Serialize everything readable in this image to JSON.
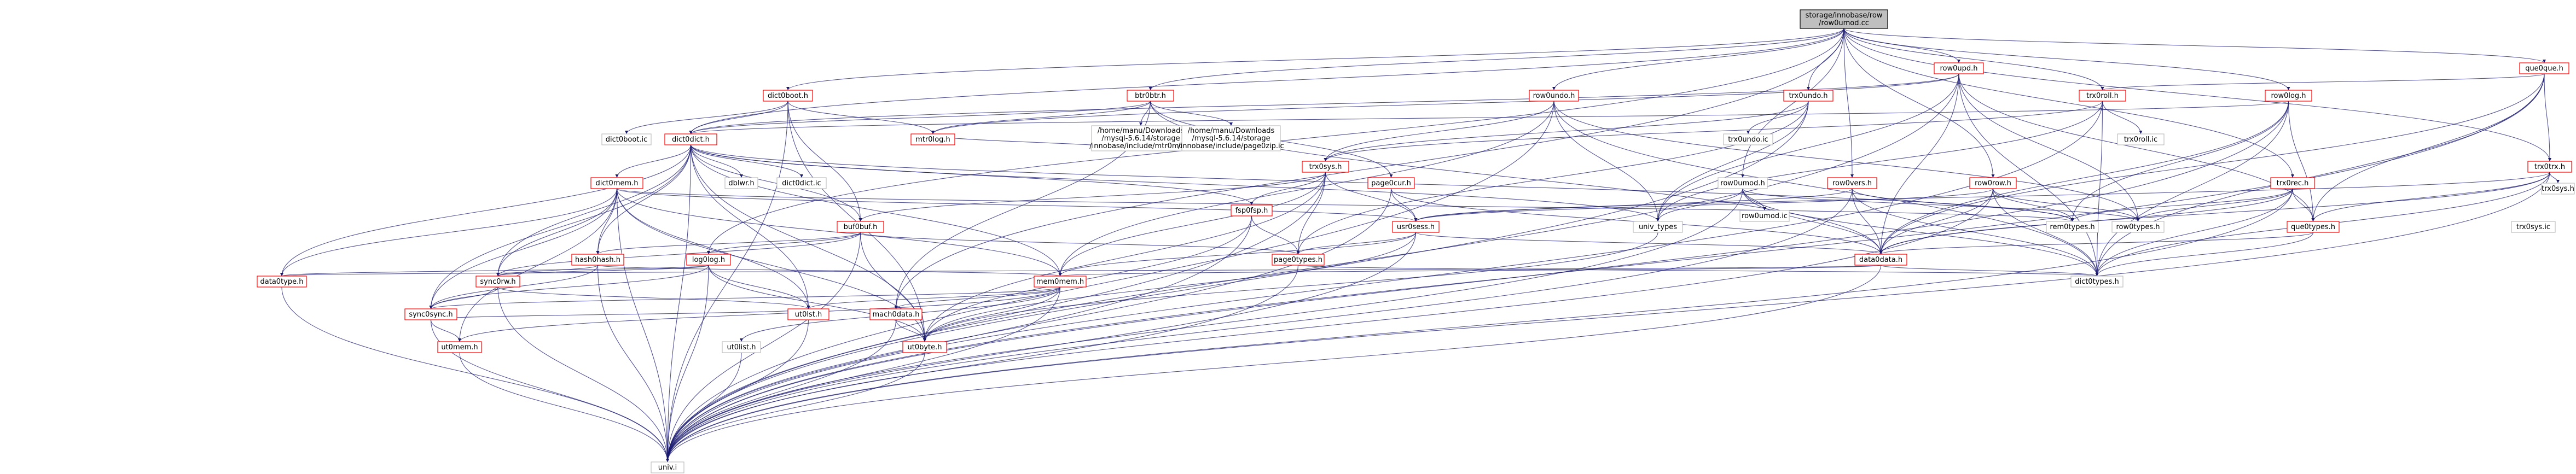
{
  "graph": {
    "root": "storage/innobase/row/row0umod.cc",
    "colors": {
      "edge": "#191970",
      "node_border": "#bfbfbf",
      "red_node_border": "#ff0000",
      "root_fill": "#bfbfbf"
    },
    "nodes": [
      {
        "id": "root",
        "label_lines": [
          "storage/innobase/row",
          "/row0umod.cc"
        ],
        "style": "root"
      },
      {
        "id": "row0upd_h",
        "label_lines": [
          "row0upd.h"
        ],
        "style": "red"
      },
      {
        "id": "que0que_h",
        "label_lines": [
          "que0que.h"
        ],
        "style": "red"
      },
      {
        "id": "dict0boot_h",
        "label_lines": [
          "dict0boot.h"
        ],
        "style": "red"
      },
      {
        "id": "btr0btr_h",
        "label_lines": [
          "btr0btr.h"
        ],
        "style": "red"
      },
      {
        "id": "row0undo_h",
        "label_lines": [
          "row0undo.h"
        ],
        "style": "red"
      },
      {
        "id": "trx0undo_h",
        "label_lines": [
          "trx0undo.h"
        ],
        "style": "red"
      },
      {
        "id": "trx0roll_h",
        "label_lines": [
          "trx0roll.h"
        ],
        "style": "red"
      },
      {
        "id": "row0log_h",
        "label_lines": [
          "row0log.h"
        ],
        "style": "red"
      },
      {
        "id": "dict0dict_h",
        "label_lines": [
          "dict0dict.h"
        ],
        "style": "red"
      },
      {
        "id": "dict0boot_ic",
        "label_lines": [
          "dict0boot.ic"
        ],
        "style": "plain"
      },
      {
        "id": "mtr0log_h",
        "label_lines": [
          "mtr0log.h"
        ],
        "style": "red"
      },
      {
        "id": "btr0cur_path",
        "label_lines": [
          "/home/manu/Downloads",
          "/mysql-5.6.14/storage",
          "/innobase/include/mtr0mtr.ic"
        ],
        "style": "plain"
      },
      {
        "id": "page0zip_path",
        "label_lines": [
          "/home/manu/Downloads",
          "/mysql-5.6.14/storage",
          "/innobase/include/page0zip.ic"
        ],
        "style": "plain"
      },
      {
        "id": "trx0sys_h",
        "label_lines": [
          "trx0sys.h"
        ],
        "style": "red"
      },
      {
        "id": "trx0undo_ic",
        "label_lines": [
          "trx0undo.ic"
        ],
        "style": "plain"
      },
      {
        "id": "trx0roll_ic",
        "label_lines": [
          "trx0roll.ic"
        ],
        "style": "plain"
      },
      {
        "id": "trx0trx_h",
        "label_lines": [
          "trx0trx.h"
        ],
        "style": "red"
      },
      {
        "id": "trx0sys_h2",
        "label_lines": [
          "trx0sys.h"
        ],
        "style": "plain"
      },
      {
        "id": "dict0mem_h",
        "label_lines": [
          "dict0mem.h"
        ],
        "style": "red"
      },
      {
        "id": "dict0dict_ic",
        "label_lines": [
          "dict0dict.ic"
        ],
        "style": "plain"
      },
      {
        "id": "dblwr_h",
        "label_lines": [
          "dblwr.h"
        ],
        "style": "plain"
      },
      {
        "id": "fsp0fsp_h",
        "label_lines": [
          "fsp0fsp.h"
        ],
        "style": "red"
      },
      {
        "id": "page0cur_h",
        "label_lines": [
          "page0cur.h"
        ],
        "style": "red"
      },
      {
        "id": "row0umod_h",
        "label_lines": [
          "row0umod.h"
        ],
        "style": "plain"
      },
      {
        "id": "row0vers_h",
        "label_lines": [
          "row0vers.h"
        ],
        "style": "red"
      },
      {
        "id": "row0row_h",
        "label_lines": [
          "row0row.h"
        ],
        "style": "red"
      },
      {
        "id": "trx0rec_h",
        "label_lines": [
          "trx0rec.h"
        ],
        "style": "red"
      },
      {
        "id": "row0umod_ic",
        "label_lines": [
          "row0umod.ic"
        ],
        "style": "plain"
      },
      {
        "id": "univ_types",
        "label_lines": [
          "univ_types"
        ],
        "style": "plain"
      },
      {
        "id": "buf0buf_h",
        "label_lines": [
          "buf0buf.h"
        ],
        "style": "red"
      },
      {
        "id": "usr0sess_h",
        "label_lines": [
          "usr0sess.h"
        ],
        "style": "red"
      },
      {
        "id": "rem0types_h",
        "label_lines": [
          "rem0types.h"
        ],
        "style": "plain"
      },
      {
        "id": "row0types_h",
        "label_lines": [
          "row0types.h"
        ],
        "style": "plain"
      },
      {
        "id": "que0types_h",
        "label_lines": [
          "que0types.h"
        ],
        "style": "red"
      },
      {
        "id": "trx0sys_ic",
        "label_lines": [
          "trx0sys.ic"
        ],
        "style": "plain"
      },
      {
        "id": "hash0hash_h",
        "label_lines": [
          "hash0hash.h"
        ],
        "style": "red"
      },
      {
        "id": "log0log_h",
        "label_lines": [
          "log0log.h"
        ],
        "style": "red"
      },
      {
        "id": "page0types_h",
        "label_lines": [
          "page0types.h"
        ],
        "style": "red"
      },
      {
        "id": "data0data_h",
        "label_lines": [
          "data0data.h"
        ],
        "style": "red"
      },
      {
        "id": "data0type_h",
        "label_lines": [
          "data0type.h"
        ],
        "style": "red"
      },
      {
        "id": "sync0rw_h",
        "label_lines": [
          "sync0rw.h"
        ],
        "style": "red"
      },
      {
        "id": "mem0mem_h",
        "label_lines": [
          "mem0mem.h"
        ],
        "style": "red"
      },
      {
        "id": "dict0types_h",
        "label_lines": [
          "dict0types.h"
        ],
        "style": "plain"
      },
      {
        "id": "sync0sync_h",
        "label_lines": [
          "sync0sync.h"
        ],
        "style": "red"
      },
      {
        "id": "ut0lst_h",
        "label_lines": [
          "ut0lst.h"
        ],
        "style": "red"
      },
      {
        "id": "mach0data_h",
        "label_lines": [
          "mach0data.h"
        ],
        "style": "red"
      },
      {
        "id": "ut0mem_h",
        "label_lines": [
          "ut0mem.h"
        ],
        "style": "red"
      },
      {
        "id": "ut0list_h",
        "label_lines": [
          "ut0list.h"
        ],
        "style": "plain"
      },
      {
        "id": "ut0byte_h",
        "label_lines": [
          "ut0byte.h"
        ],
        "style": "red"
      },
      {
        "id": "univ_i",
        "label_lines": [
          "univ.i"
        ],
        "style": "plain"
      }
    ]
  }
}
